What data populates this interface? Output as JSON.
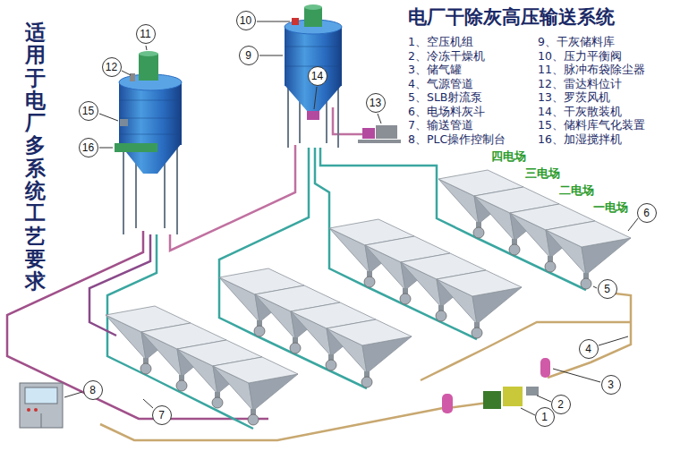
{
  "diagram": {
    "title": "电厂干除灰高压输送系统",
    "labels": [
      "适用于电厂多系统工艺要求",
      "1、空压机组",
      "2、冷冻干燥机",
      "3、储气罐",
      "4、气源管道",
      "5、SLB射流泵",
      "6、电场料灰斗",
      "7、输送管道",
      "8、PLC操作控制台",
      "9、干灰储料库",
      "10、压力平衡阀",
      "11、脉冲布袋除尘器",
      "12、雷达料位计",
      "13、罗茨风机",
      "14、干灰散装机",
      "15、储料库气化装置",
      "16、加湿搅拌机",
      "四电场",
      "三电场",
      "二电场",
      "一电场",
      "11",
      "12",
      "15",
      "16",
      "10",
      "9",
      "14",
      "13",
      "6",
      "5",
      "4",
      "3",
      "2",
      "1",
      "8",
      "7"
    ]
  }
}
